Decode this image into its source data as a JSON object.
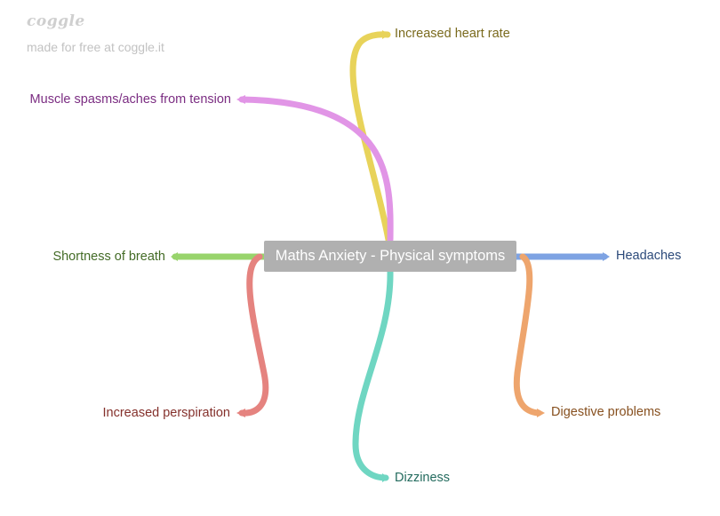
{
  "brand": {
    "logo": "coggle",
    "credit": "made for free at coggle.it"
  },
  "central_topic": "Maths Anxiety - Physical symptoms",
  "branches": [
    {
      "id": "heart",
      "label": "Increased heart rate",
      "color": "#e8d35a",
      "text_color": "#7a6a1d"
    },
    {
      "id": "muscle",
      "label": "Muscle spasms/aches from tension",
      "color": "#e195e6",
      "text_color": "#7b2d82"
    },
    {
      "id": "breath",
      "label": "Shortness of breath",
      "color": "#98d46c",
      "text_color": "#436b26"
    },
    {
      "id": "headache",
      "label": "Headaches",
      "color": "#7ea3e3",
      "text_color": "#2c4a7a"
    },
    {
      "id": "persp",
      "label": "Increased perspiration",
      "color": "#e5837f",
      "text_color": "#84302b"
    },
    {
      "id": "dizzy",
      "label": "Dizziness",
      "color": "#6fd6c2",
      "text_color": "#236b5e"
    },
    {
      "id": "digest",
      "label": "Digestive problems",
      "color": "#eea56d",
      "text_color": "#87501f"
    }
  ]
}
